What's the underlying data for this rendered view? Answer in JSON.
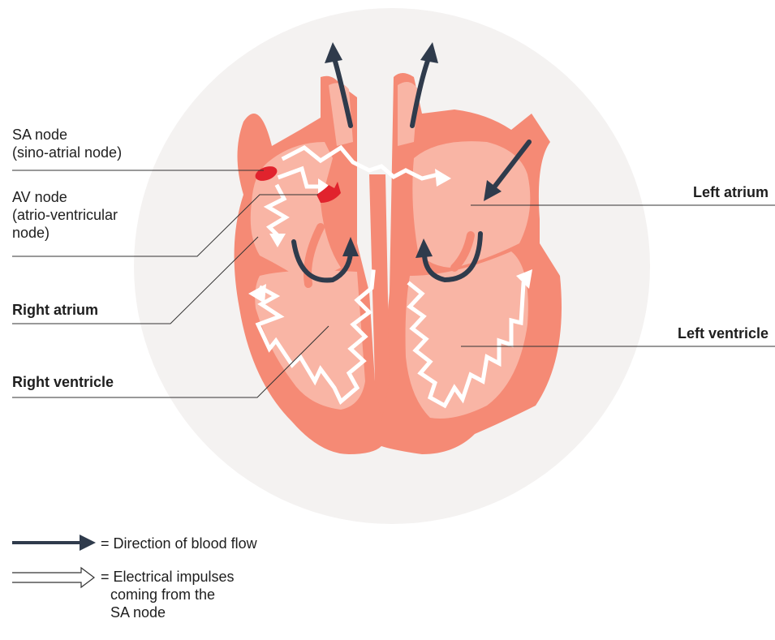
{
  "labels": {
    "sa_node": [
      "SA node",
      "(sino-atrial node)"
    ],
    "av_node": [
      "AV node",
      "(atrio-ventricular",
      "node)"
    ],
    "right_atrium": "Right atrium",
    "right_ventricle": "Right ventricle",
    "left_atrium": "Left atrium",
    "left_ventricle": "Left ventricle"
  },
  "legend": {
    "blood_flow": "= Direction of blood flow",
    "electrical": [
      "= Electrical impulses",
      "coming from the",
      "SA node"
    ]
  },
  "colors": {
    "background_circle": "#f4f2f1",
    "heart_outer": "#f58a75",
    "heart_inner": "#f9b5a5",
    "heart_wall": "#f7a08c",
    "node_red": "#e1232d",
    "arrow_dark": "#2f3b4c",
    "impulse_white": "#ffffff",
    "leader_line": "#333333"
  },
  "icons": {
    "blood_flow_arrow": "dark-arrow-icon",
    "electrical_arrow": "hollow-arrow-icon"
  }
}
